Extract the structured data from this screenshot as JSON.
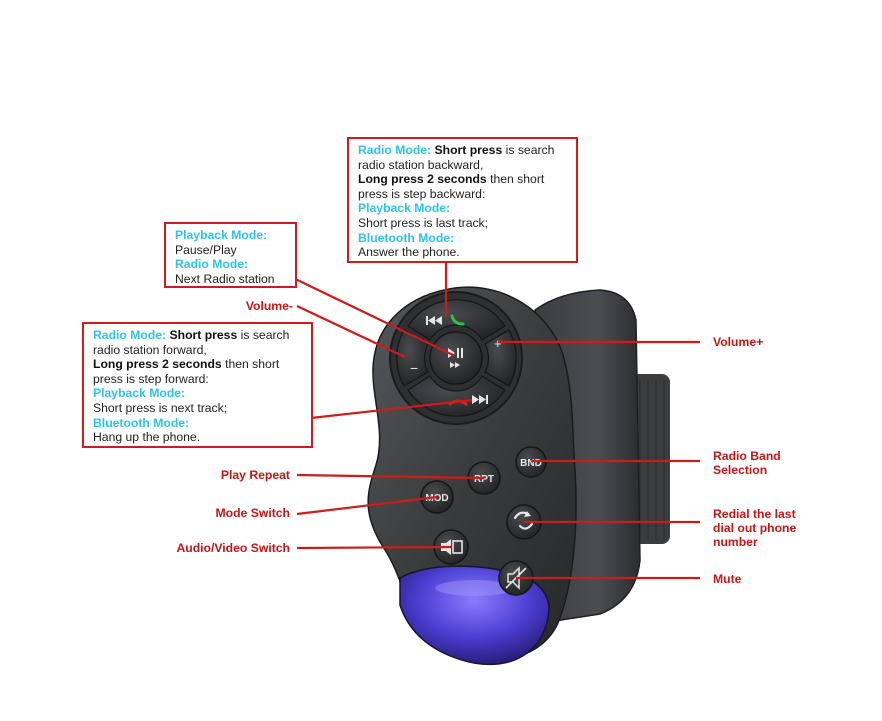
{
  "colors": {
    "callout": "#d11a1a",
    "mode_heading": "#2ec4e8",
    "device_body": "#3a3b3d",
    "button_face": "#2b2c2e",
    "lens": "#4a3ccf"
  },
  "callouts": {
    "top": {
      "line1_mode": "Radio Mode:",
      "line1_bold": "Short press",
      "line1_rest": "is search",
      "line2": "radio station backward,",
      "line3_bold": "Long press 2 seconds",
      "line3_rest": "then short",
      "line4": "press is step backward:",
      "line5_mode": "Playback Mode:",
      "line6": "Short press is last track;",
      "line7_mode": "Bluetooth Mode:",
      "line8": "Answer the phone."
    },
    "play": {
      "line1_mode": "Playback Mode:",
      "line2": "Pause/Play",
      "line3_mode": "Radio Mode:",
      "line4": "Next Radio station"
    },
    "forward": {
      "line1_mode": "Radio Mode:",
      "line1_bold": "Short press",
      "line1_rest": "is search",
      "line2": "radio station forward,",
      "line3_bold": "Long press 2 seconds",
      "line3_rest": "then short",
      "line4": "press is step forward:",
      "line5_mode": "Playback Mode:",
      "line6": "Short press is next track;",
      "line7_mode": "Bluetooth Mode:",
      "line8": "Hang up the phone."
    }
  },
  "labels": {
    "volume_minus": "Volume-",
    "volume_plus": "Volume+",
    "play_repeat": "Play Repeat",
    "mode_switch": "Mode Switch",
    "audio_video_switch": "Audio/Video Switch",
    "radio_band_1": "Radio Band",
    "radio_band_2": "Selection",
    "redial_1": "Redial the last",
    "redial_2": "dial out phone",
    "redial_3": "number",
    "mute": "Mute"
  },
  "buttons": {
    "rpt": "RPT",
    "bnd": "BND",
    "mod": "MOD",
    "minus": "−",
    "plus": "+"
  },
  "icons": {
    "prev": "prev-track-icon",
    "next": "next-track-icon",
    "play_pause": "play-pause-icon",
    "call_answer": "phone-answer-icon",
    "call_hangup": "phone-hangup-icon",
    "redial": "redial-icon",
    "mute": "mute-icon",
    "audio_video": "audio-video-icon"
  }
}
